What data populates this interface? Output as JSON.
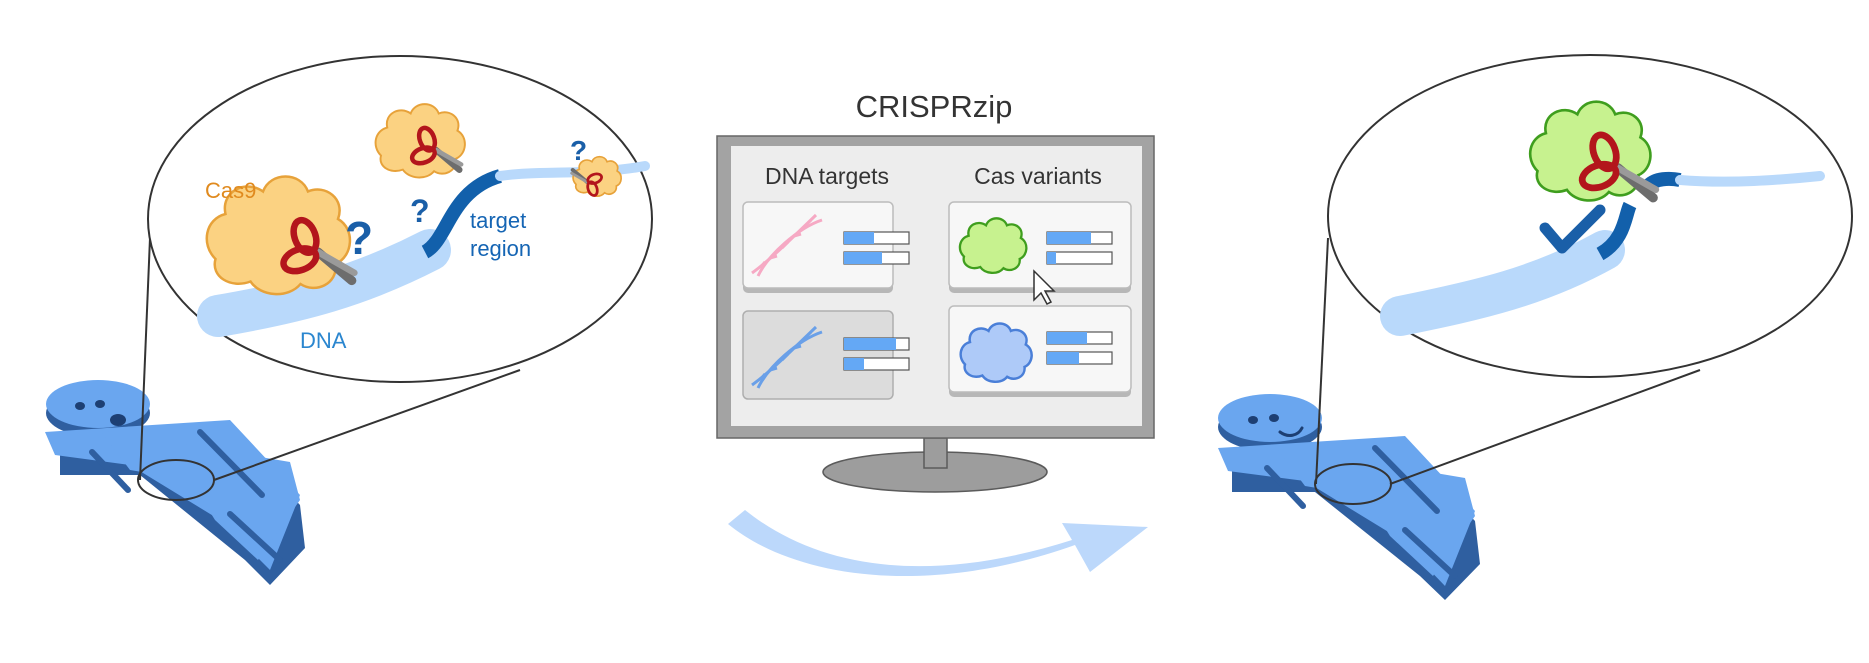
{
  "title": "CRISPRzip",
  "monitor": {
    "left_header": "DNA targets",
    "right_header": "Cas variants"
  },
  "left_bubble": {
    "protein_label": "Cas9",
    "target_label_line1": "target",
    "target_label_line2": "region",
    "dna_label": "DNA",
    "question_mark": "?"
  },
  "colors": {
    "person_blue": "#6aa6ef",
    "dna_light": "#b9d9fb",
    "dna_dark": "#1260ab",
    "cas9_orange": "#fbd282",
    "variant_green": "#c7f28f",
    "variant_blue": "#aecaf8",
    "dna_pink": "#f6a9c4",
    "scissor_red": "#b3151c"
  }
}
